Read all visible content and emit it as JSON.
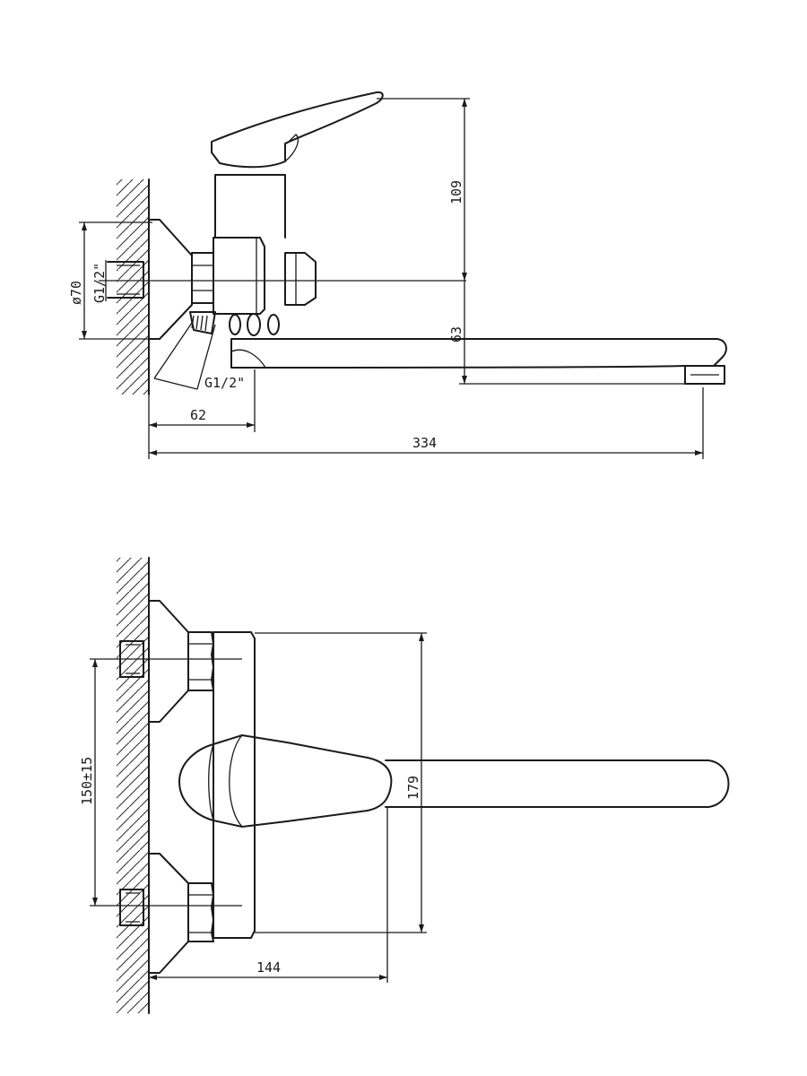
{
  "side_view": {
    "dim_height": "109",
    "dim_spout_drop": "63",
    "dim_diameter": "ø70",
    "thread_inlet": "G1/2\"",
    "thread_outlet": "G1/2\"",
    "dim_body_depth": "62",
    "dim_total_length": "334"
  },
  "top_view": {
    "dim_inlet_spacing": "150±15",
    "dim_width": "179",
    "dim_handle_offset": "144"
  }
}
